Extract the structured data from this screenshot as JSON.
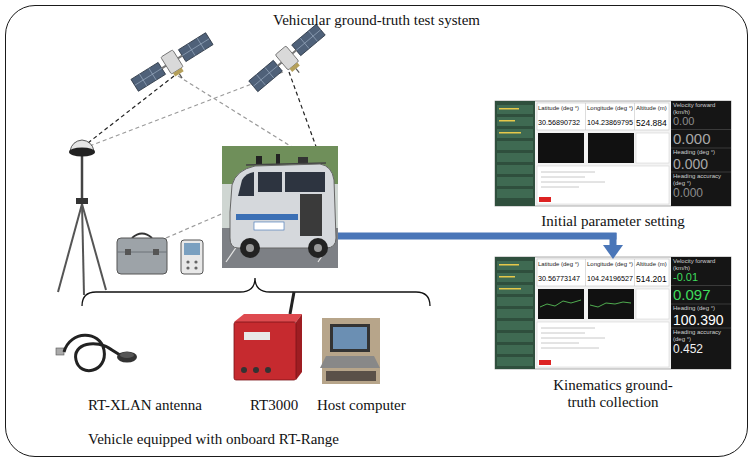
{
  "diagram": {
    "nodes": [
      {
        "text": [
          "Vehicular ground-truth test system"
        ]
      },
      {
        "text": [
          "Initial parameter setting",
          "Latitude (deg °)",
          "30.56890732",
          "Longitude (deg °)",
          "104.23869795",
          "Altitude (m)",
          "524.884",
          "Velocity forward (km/h)",
          "0.00",
          "0.000",
          "Heading (deg °)",
          "0.000",
          "Heading accuracy (deg °)",
          "0.000"
        ],
        "in": 0
      },
      {
        "text": [
          "Kinematics ground-truth collection",
          "Latitude (deg °)",
          "30.56773147",
          "Longitude (deg °)",
          "104.24196527",
          "Altitude (m)",
          "514.201",
          "Velocity forward (km/h)",
          "-0.01",
          "0.097",
          "Heading (deg °)",
          "100.390",
          "Heading accuracy (deg °)",
          "0.452"
        ],
        "in": 0
      }
    ],
    "edges": [
      {
        "from": 1,
        "to": 2,
        "arrow": "to"
      }
    ],
    "labels": [
      "RT-XLAN antenna",
      "RT3000",
      "Host computer",
      "Vehicle equipped with onboard RT-Range"
    ]
  }
}
